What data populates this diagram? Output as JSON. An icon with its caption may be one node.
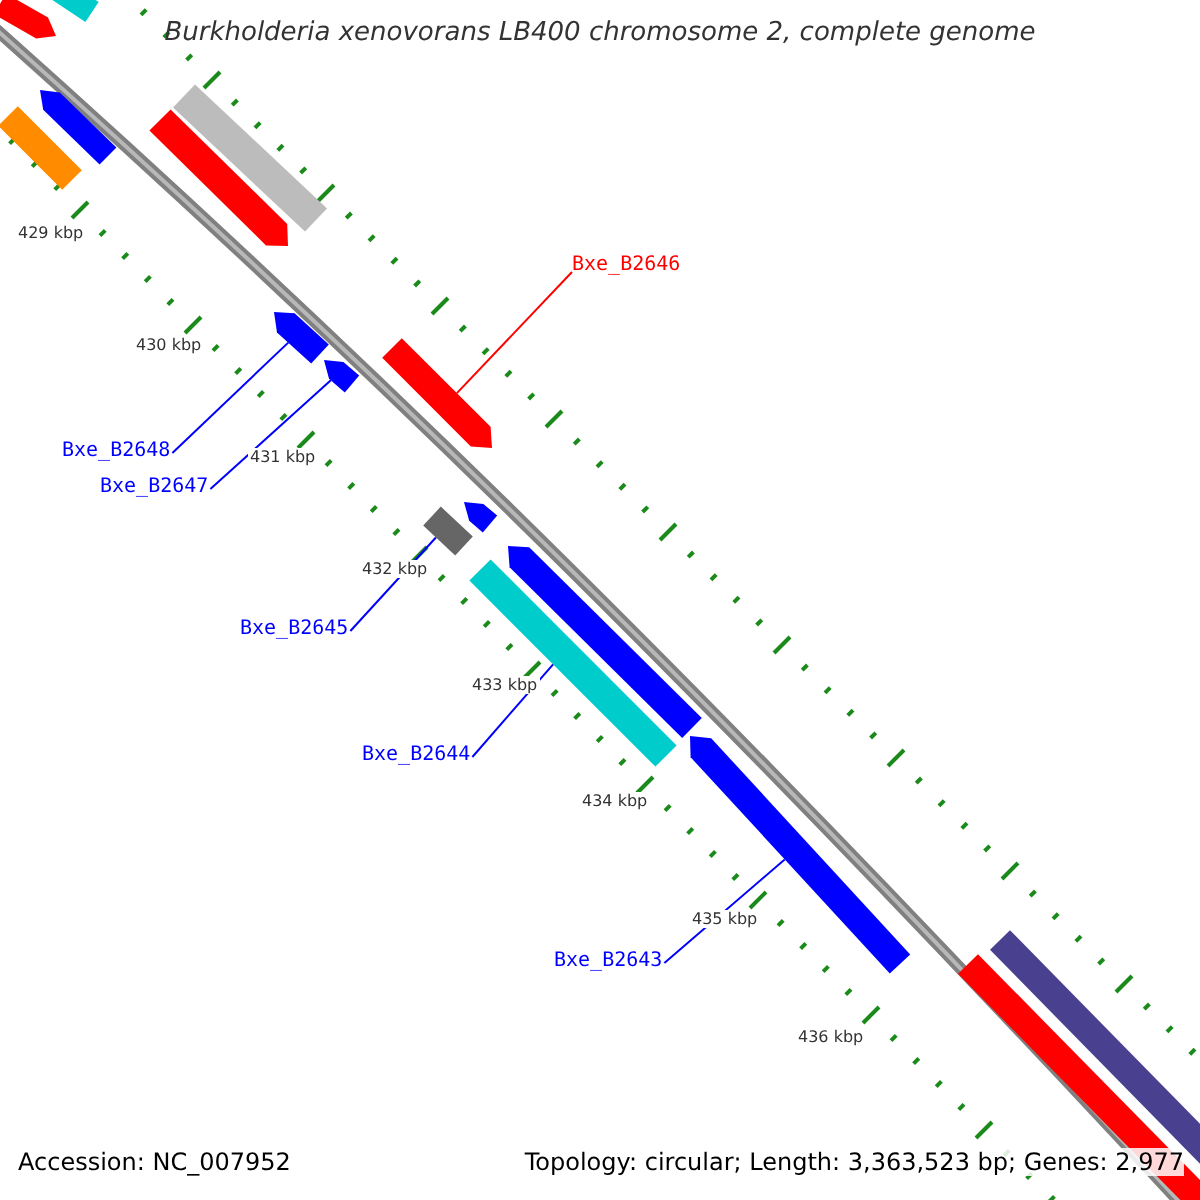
{
  "diagram": {
    "title": "Burkholderia xenovorans LB400 chromosome 2, complete genome",
    "nodes": [
      {
        "text": [
          "Bxe_B2646"
        ]
      },
      {
        "text": [],
        "shape": "arrow"
      },
      {
        "text": [
          "Bxe_B2648"
        ]
      },
      {
        "text": [],
        "shape": "arrow"
      },
      {
        "text": [
          "Bxe_B2647"
        ]
      },
      {
        "text": [],
        "shape": "arrow"
      },
      {
        "text": [
          "Bxe_B2645"
        ]
      },
      {
        "text": [],
        "shape": "box"
      },
      {
        "text": [
          "Bxe_B2644"
        ]
      },
      {
        "text": [],
        "shape": "box"
      },
      {
        "text": [
          "Bxe_B2643"
        ]
      },
      {
        "text": [],
        "shape": "arrow"
      },
      {
        "text": [],
        "shape": "arrow"
      },
      {
        "text": [],
        "shape": "box"
      },
      {
        "text": [],
        "shape": "box"
      },
      {
        "text": [],
        "shape": "arrow"
      },
      {
        "text": [],
        "shape": "box"
      },
      {
        "text": [],
        "shape": "arrow"
      },
      {
        "text": [],
        "shape": "arrow"
      },
      {
        "text": [],
        "shape": "arrow"
      },
      {
        "text": [],
        "shape": "box"
      },
      {
        "text": [],
        "shape": "box"
      }
    ],
    "edges": [
      {
        "from": 0,
        "to": 1,
        "arrow": "none",
        "color": "#ff0000"
      },
      {
        "from": 2,
        "to": 3,
        "arrow": "none"
      },
      {
        "from": 4,
        "to": 5,
        "arrow": "none"
      },
      {
        "from": 6,
        "to": 7,
        "arrow": "none"
      },
      {
        "from": 8,
        "to": 9,
        "arrow": "none"
      },
      {
        "from": 10,
        "to": 11,
        "arrow": "none"
      }
    ],
    "labels": [
      "429 kbp",
      "430 kbp",
      "431 kbp",
      "432 kbp",
      "433 kbp",
      "434 kbp",
      "435 kbp",
      "436 kbp",
      "Accession: NC_007952",
      "Topology: circular; Length: 3,363,523 bp; Genes: 2,977"
    ]
  }
}
